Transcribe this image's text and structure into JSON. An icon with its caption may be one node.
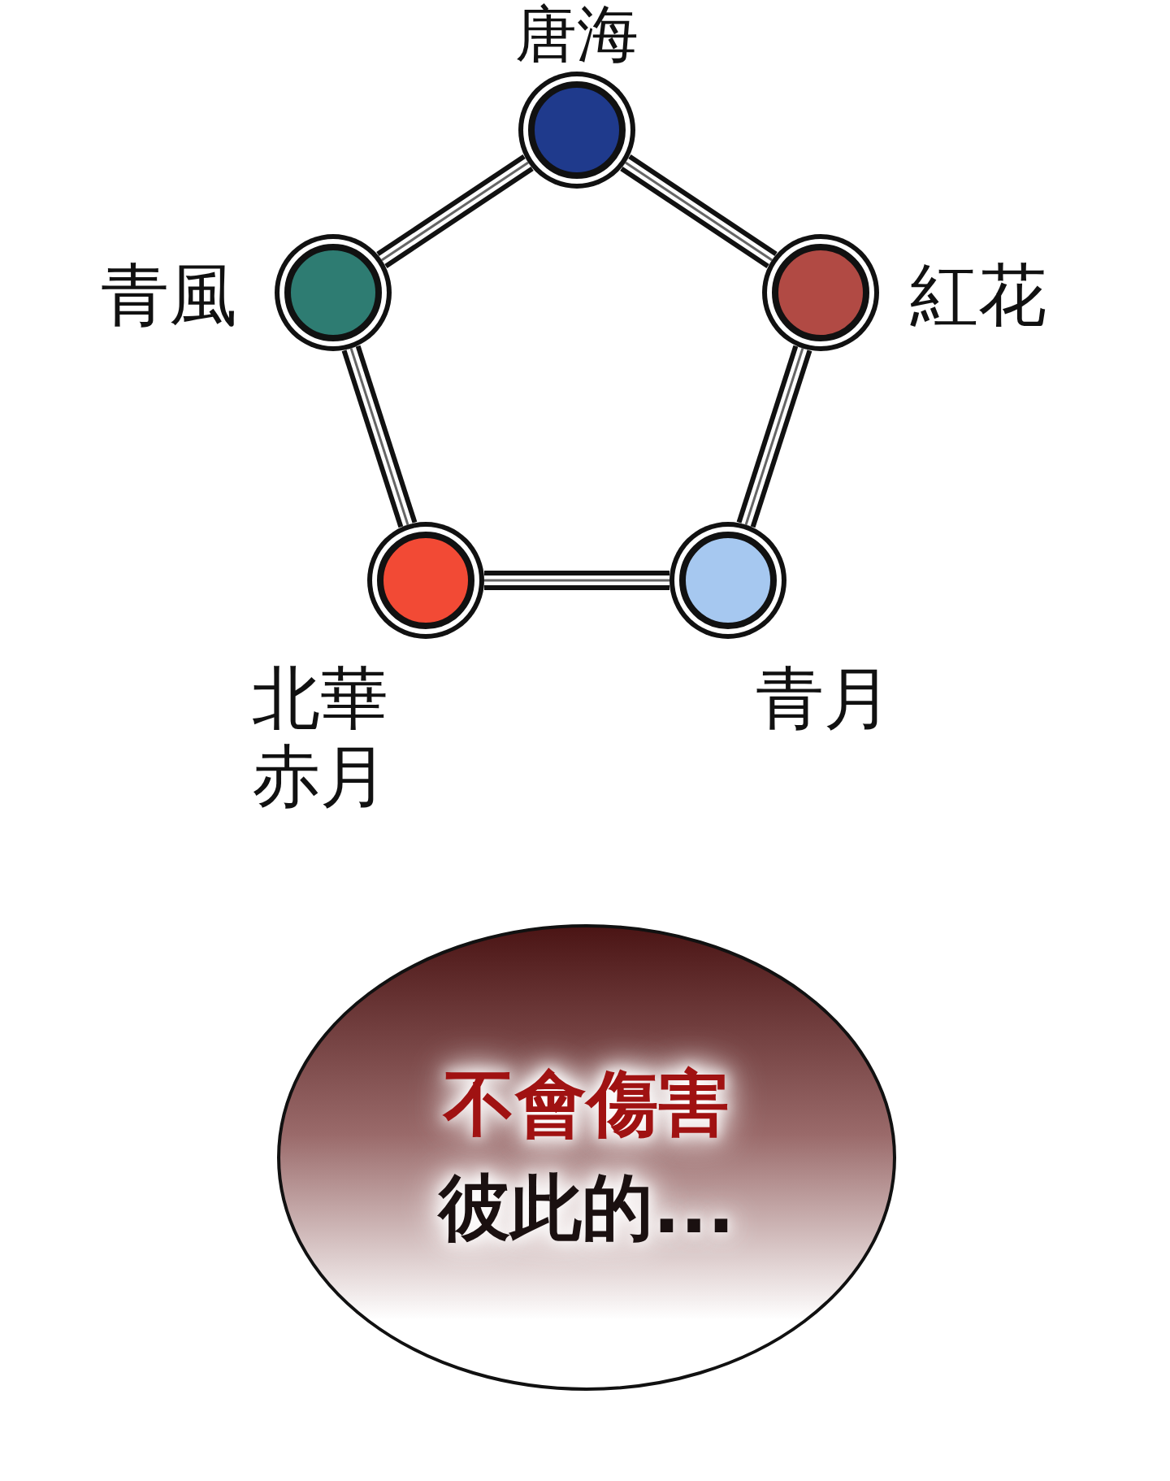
{
  "diagram": {
    "nodes": [
      {
        "text": [],
        "shape": "circle",
        "beside": [
          "唐海"
        ]
      },
      {
        "text": [],
        "shape": "circle",
        "beside": [
          "紅花"
        ]
      },
      {
        "text": [],
        "shape": "circle",
        "beside": [
          "青月"
        ]
      },
      {
        "text": [],
        "shape": "circle",
        "beside": [
          "北華",
          "赤月"
        ]
      },
      {
        "text": [],
        "shape": "circle",
        "beside": [
          "青風"
        ]
      },
      {
        "text": [
          "不會傷害",
          "彼此的..."
        ]
      }
    ],
    "edges": [
      {
        "from": 0,
        "to": 1,
        "arrow": "none"
      },
      {
        "from": 1,
        "to": 2,
        "arrow": "none"
      },
      {
        "from": 2,
        "to": 3,
        "arrow": "none"
      },
      {
        "from": 3,
        "to": 4,
        "arrow": "none"
      },
      {
        "from": 4,
        "to": 0,
        "arrow": "none"
      }
    ]
  }
}
